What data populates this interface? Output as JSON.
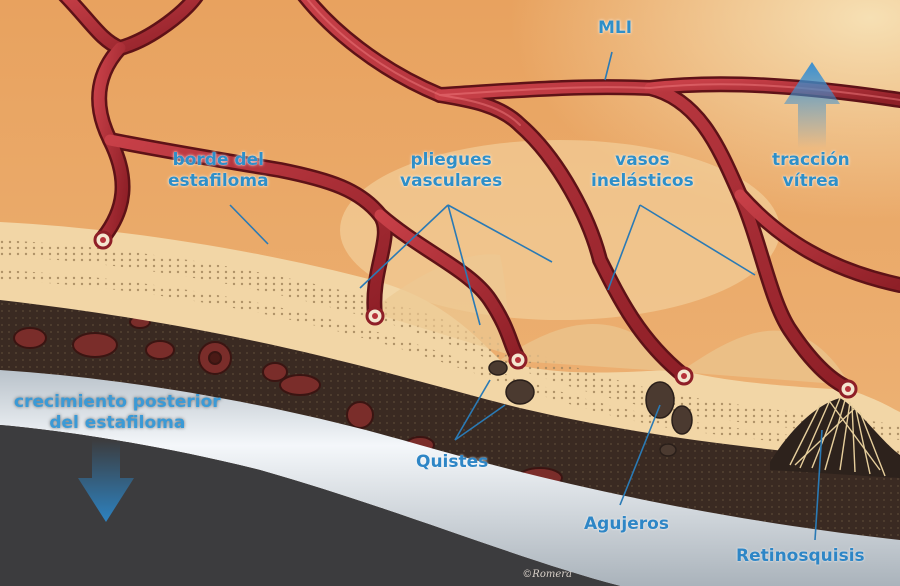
{
  "labels": {
    "mli": "MLI",
    "borde": "borde del\nestafiloma",
    "pliegues": "pliegues\nvasculares",
    "vasos": "vasos\ninelásticos",
    "traccion": "tracción\nvítrea",
    "crecimiento": "crecimiento posterior\ndel estafiloma",
    "quistes": "Quistes",
    "agujeros": "Agujeros",
    "retinosquisis": "Retinosquisis"
  },
  "credit": "©Romera",
  "colors": {
    "label": "#2f8fc8",
    "vitreous": "#e9a86a",
    "retina": "#f3d9ad",
    "vessel": "#b7323a",
    "arrow": "#2f86c4",
    "sclera": "#e8eef3",
    "choroid": "#3b2a22"
  },
  "icons": {
    "traccion_arrow": "arrow-up-icon",
    "crecimiento_arrow": "arrow-down-icon"
  }
}
